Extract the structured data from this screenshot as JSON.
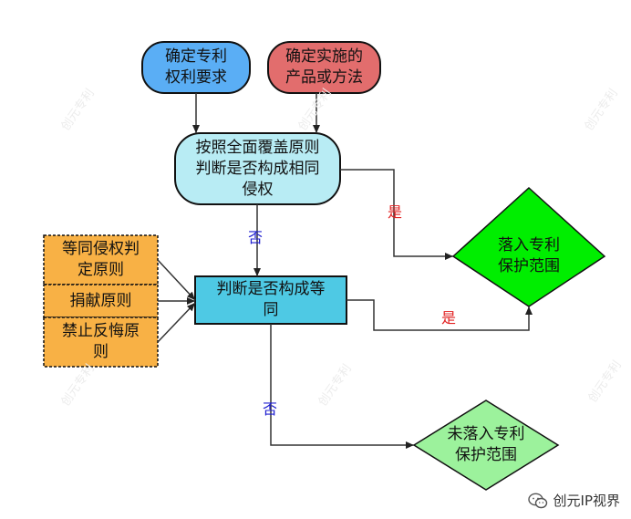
{
  "nodes": {
    "confirm_claims": "确定专利\n权利要求",
    "confirm_product": "确定实施的\n产品或方法",
    "full_coverage": "按照全面覆盖原则\n判断是否构成相同\n侵权",
    "equivalence_principle": "等同侵权判\n定原则",
    "dedication_principle": "捐献原则",
    "estoppel_principle": "禁止反悔原\n则",
    "judge_equivalent": "判断是否构成等\n同",
    "in_scope": "落入专利\n保护范围",
    "not_in_scope": "未落入专利\n保护范围"
  },
  "edge_labels": {
    "no_1": "否",
    "yes_1": "是",
    "yes_2": "是",
    "no_2": "否"
  },
  "watermark": "创元专利",
  "footer": {
    "text": "创元IP视界"
  },
  "colors": {
    "claims_fill": "#5aaef5",
    "product_fill": "#e26d6d",
    "full_coverage_fill": "#b8ecf4",
    "principle_fill": "#f8b145",
    "judge_fill": "#4ec9e4",
    "in_scope_fill": "#00ee00",
    "not_in_scope_fill": "#9cf29c",
    "yes_color": "#e22222",
    "no_color": "#1f1fd0"
  }
}
